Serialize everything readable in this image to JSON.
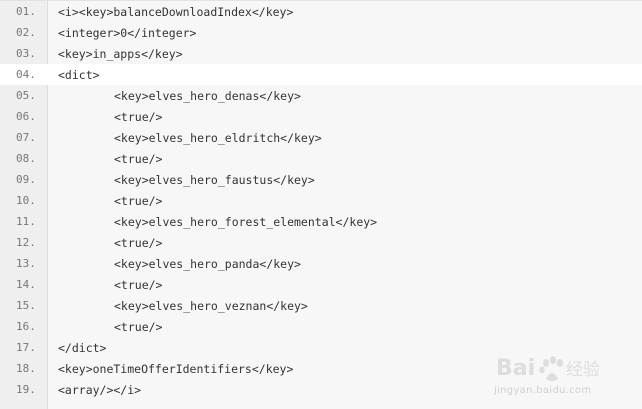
{
  "code_lines": [
    {
      "no": "01.",
      "code": "<i><key>balanceDownloadIndex</key>",
      "indent": 0
    },
    {
      "no": "02.",
      "code": "<integer>0</integer>",
      "indent": 0
    },
    {
      "no": "03.",
      "code": "<key>in_apps</key>",
      "indent": 0
    },
    {
      "no": "04.",
      "code": "<dict>",
      "indent": 0
    },
    {
      "no": "05.",
      "code": "<key>elves_hero_denas</key>",
      "indent": 1
    },
    {
      "no": "06.",
      "code": "<true/>",
      "indent": 1
    },
    {
      "no": "07.",
      "code": "<key>elves_hero_eldritch</key>",
      "indent": 1
    },
    {
      "no": "08.",
      "code": "<true/>",
      "indent": 1
    },
    {
      "no": "09.",
      "code": "<key>elves_hero_faustus</key>",
      "indent": 1
    },
    {
      "no": "10.",
      "code": "<true/>",
      "indent": 1
    },
    {
      "no": "11.",
      "code": "<key>elves_hero_forest_elemental</key>",
      "indent": 1
    },
    {
      "no": "12.",
      "code": "<true/>",
      "indent": 1
    },
    {
      "no": "13.",
      "code": "<key>elves_hero_panda</key>",
      "indent": 1
    },
    {
      "no": "14.",
      "code": "<true/>",
      "indent": 1
    },
    {
      "no": "15.",
      "code": "<key>elves_hero_veznan</key>",
      "indent": 1
    },
    {
      "no": "16.",
      "code": "<true/>",
      "indent": 1
    },
    {
      "no": "17.",
      "code": "</dict>",
      "indent": 0
    },
    {
      "no": "18.",
      "code": "<key>oneTimeOfferIdentifiers</key>",
      "indent": 0
    },
    {
      "no": "19.",
      "code": "<array/></i>",
      "indent": 0
    }
  ],
  "highlighted_line": "04.",
  "watermark": {
    "logo_text": "Bai百度经验",
    "url": "jingyan.baidu.com"
  },
  "colors": {
    "background": "#f7f7f7",
    "gutter": "#efefef",
    "highlight": "#ffffff",
    "text": "#333333",
    "line_number": "#777777"
  }
}
